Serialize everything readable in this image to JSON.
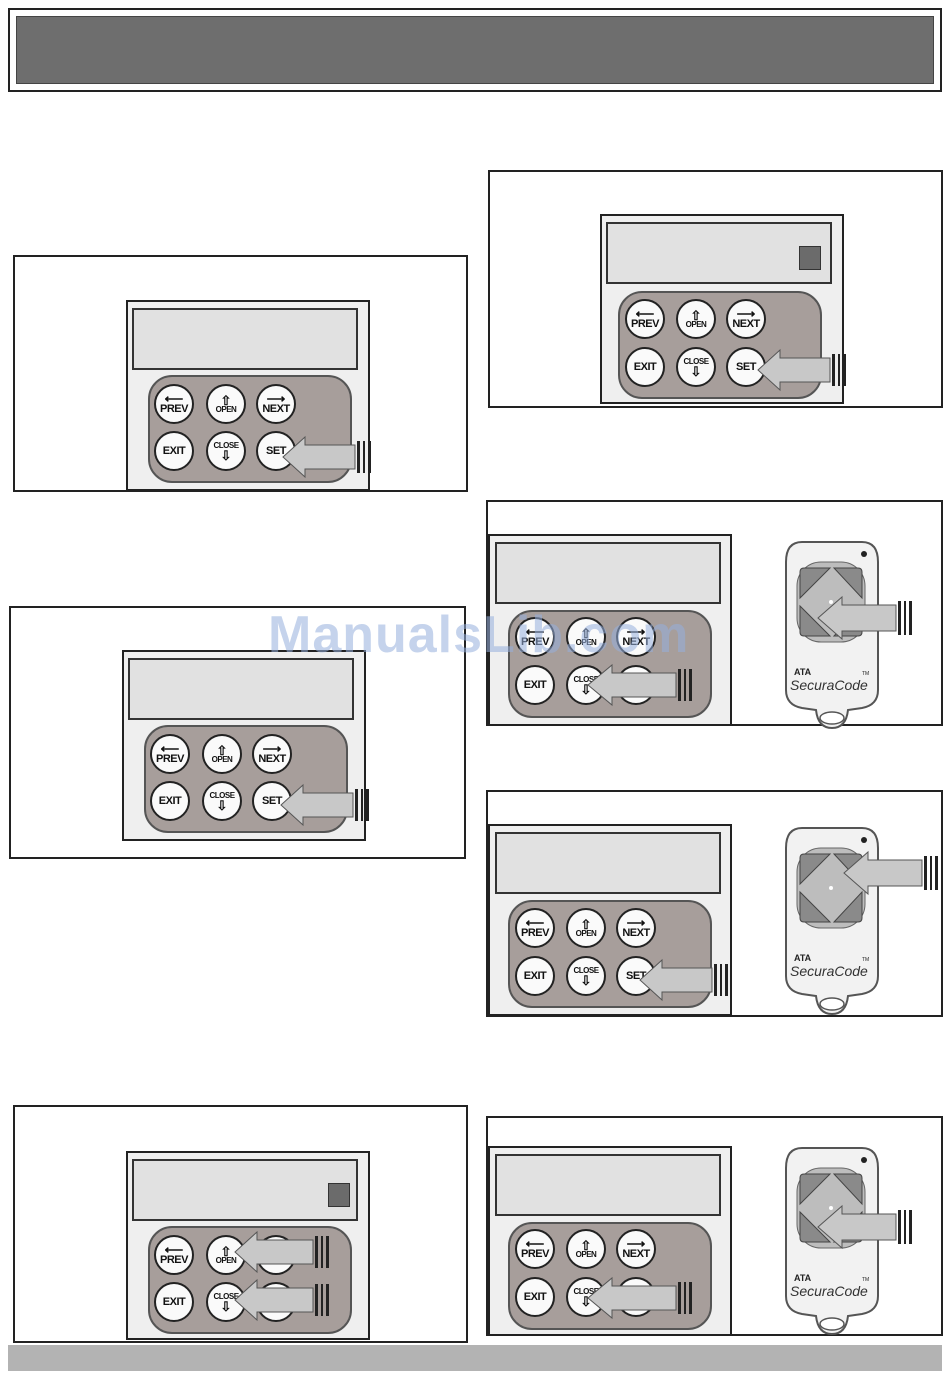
{
  "keypad": {
    "prev": "PREV",
    "open": "OPEN",
    "next": "NEXT",
    "exit": "EXIT",
    "close": "CLOSE",
    "set": "SET"
  },
  "remote": {
    "brand": "ATA",
    "product": "SecuraCode",
    "tm": "TM"
  },
  "watermark": "ManualsLib.com",
  "colors": {
    "header_bar": "#6e6e6e",
    "footer_bar": "#b3b3b3",
    "keypad_pad": "#a79e9b",
    "lcd": "#e1e1e1",
    "pointer_arrow": "#c8c8c8"
  }
}
